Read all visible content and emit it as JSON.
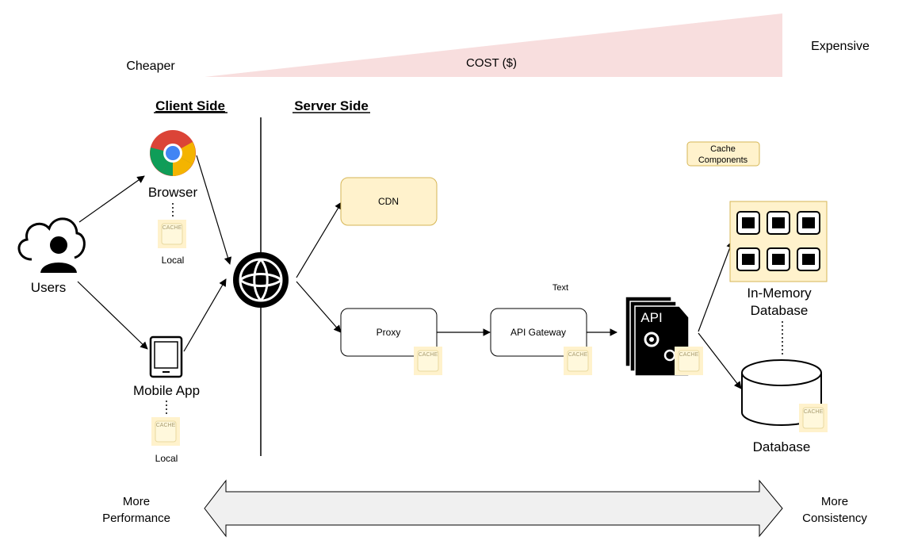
{
  "cost": {
    "label": "COST ($)",
    "low_label": "Cheaper",
    "high_label": "Expensive",
    "wedge_color": "#f8dede"
  },
  "sections": {
    "client": "Client Side",
    "server": "Server Side"
  },
  "nodes": {
    "users": "Users",
    "browser": "Browser",
    "browser_cache_label": "Local",
    "mobile": "Mobile App",
    "mobile_cache_label": "Local",
    "cdn": "CDN",
    "proxy": "Proxy",
    "api_gateway": "API Gateway",
    "api_icon_text": "API",
    "in_memory_line1": "In-Memory",
    "in_memory_line2": "Database",
    "database": "Database",
    "floating_text": "Text"
  },
  "legend": {
    "line1": "Cache",
    "line2": "Components",
    "fill_color": "#fff2cc",
    "border_color": "#d6b656"
  },
  "cache_badge_text": "CACHE",
  "bottom": {
    "left_line1": "More",
    "left_line2": "Performance",
    "right_line1": "More",
    "right_line2": "Consistency",
    "arrow_fill": "#f0f0f0"
  }
}
